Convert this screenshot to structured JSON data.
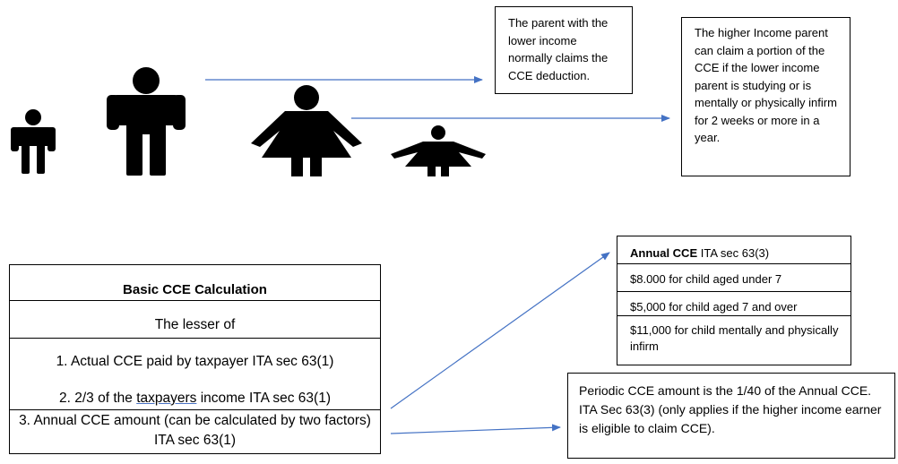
{
  "notes": {
    "lower_income": "The parent with the lower income normally claims the CCE deduction.",
    "higher_income": "The higher Income parent can claim a portion of the CCE if the lower income parent is studying or is mentally or physically infirm for 2 weeks or more in a year."
  },
  "calc": {
    "title": "Basic CCE Calculation",
    "lesser": "The lesser of",
    "item1": "1. Actual CCE paid by taxpayer ITA sec 63(1)",
    "item2_pre": "2. 2/3 of the ",
    "item2_word": "taxpayers",
    "item2_post": " income ITA sec 63(1)",
    "item3": "3. Annual CCE amount (can be calculated by two factors) ITA sec 63(1)"
  },
  "annual": {
    "title_bold": "Annual CCE",
    "title_rest": " ITA sec 63(3)",
    "rows": [
      "$8.000 for child aged under 7",
      "$5,000 for child aged 7 and over",
      "$11,000 for child mentally and physically infirm"
    ]
  },
  "periodic": "Periodic CCE amount is the 1/40 of the Annual CCE. ITA Sec 63(3) (only applies if the higher income earner is eligible to claim CCE).",
  "colors": {
    "arrow": "#4472c4",
    "figure": "#000000",
    "border": "#000000"
  },
  "icons": [
    "child-figure-icon",
    "man-figure-icon",
    "woman-figure-icon",
    "girl-figure-icon"
  ]
}
